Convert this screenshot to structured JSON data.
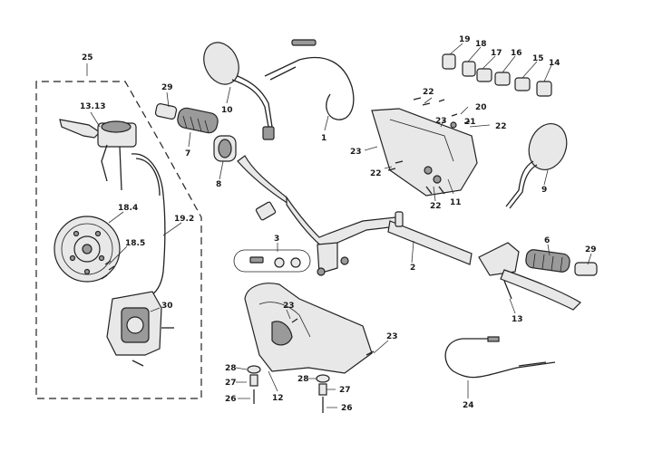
{
  "callouts": {
    "c25": "25",
    "c13_13": "13.13",
    "c29a": "29",
    "c10": "10",
    "c1": "1",
    "c19": "19",
    "c18": "18",
    "c17": "17",
    "c16": "16",
    "c15": "15",
    "c14": "14",
    "c22a": "22",
    "c20": "20",
    "c21": "21",
    "c23a": "23",
    "c22b": "22",
    "c23b": "23",
    "c22c": "22",
    "c22d": "22",
    "c11": "11",
    "c7": "7",
    "c8": "8",
    "c9": "9",
    "c18_4": "18.4",
    "c19_2": "19.2",
    "c18_5": "18.5",
    "c30": "30",
    "c3": "3",
    "c2": "2",
    "c6": "6",
    "c29b": "29",
    "c13": "13",
    "c23c": "23",
    "c23d": "23",
    "c28a": "28",
    "c27a": "27",
    "c26a": "26",
    "c12": "12",
    "c28b": "28",
    "c27b": "27",
    "c26b": "26",
    "c24": "24"
  }
}
